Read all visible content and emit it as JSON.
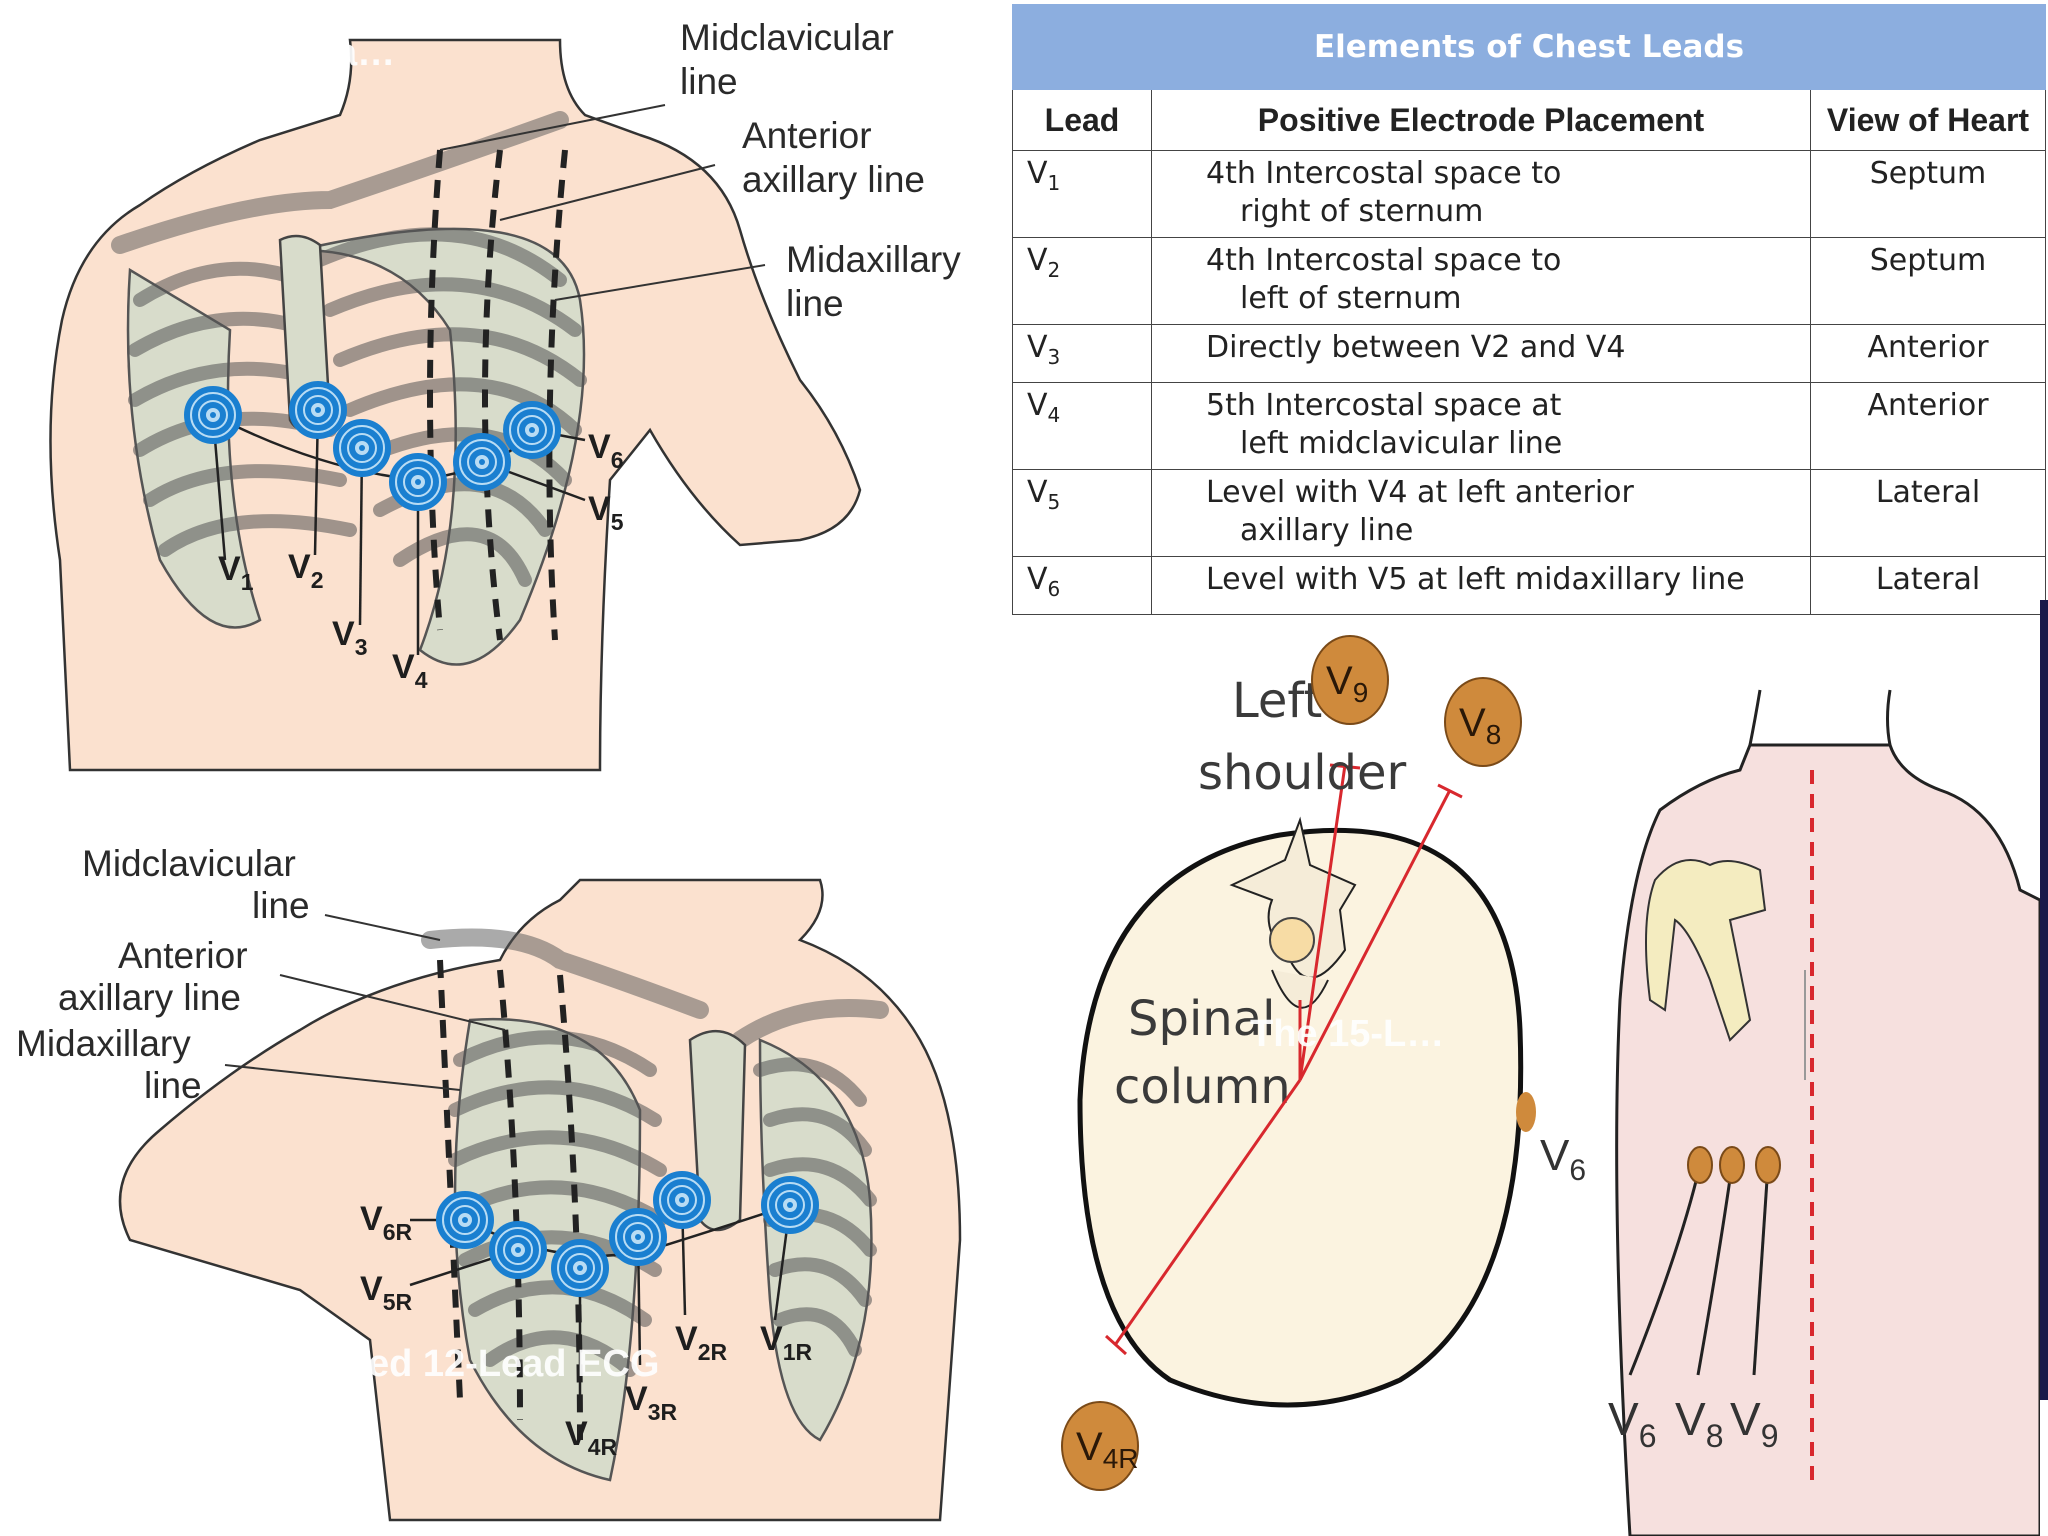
{
  "top_diagram": {
    "overlay_title": "…hest Lea…",
    "labels": {
      "midclavicular": [
        "Midclavicular",
        "line"
      ],
      "anterior_axillary": [
        "Anterior",
        "axillary line"
      ],
      "midaxillary": [
        "Midaxillary",
        "line"
      ]
    },
    "leads": [
      {
        "base": "V",
        "sub": "1"
      },
      {
        "base": "V",
        "sub": "2"
      },
      {
        "base": "V",
        "sub": "3"
      },
      {
        "base": "V",
        "sub": "4"
      },
      {
        "base": "V",
        "sub": "5"
      },
      {
        "base": "V",
        "sub": "6"
      }
    ]
  },
  "table": {
    "title": "Elements of Chest Leads",
    "headers": [
      "Lead",
      "Positive Electrode Placement",
      "View of Heart"
    ],
    "rows": [
      {
        "lead": "V",
        "lead_sub": "1",
        "line1": "4th Intercostal space to",
        "line2": "right of sternum",
        "view": "Septum"
      },
      {
        "lead": "V",
        "lead_sub": "2",
        "line1": "4th Intercostal space to",
        "line2": "left of sternum",
        "view": "Septum"
      },
      {
        "lead": "V",
        "lead_sub": "3",
        "line1": "Directly between V2 and V4",
        "line2": "",
        "view": "Anterior"
      },
      {
        "lead": "V",
        "lead_sub": "4",
        "line1": "5th Intercostal space at",
        "line2": "left midclavicular line",
        "view": "Anterior"
      },
      {
        "lead": "V",
        "lead_sub": "5",
        "line1": "Level with V4 at left anterior",
        "line2": "axillary line",
        "view": "Lateral"
      },
      {
        "lead": "V",
        "lead_sub": "6",
        "line1": "Level with V5 at left midaxillary line",
        "line2": "",
        "view": "Lateral"
      }
    ]
  },
  "bottom_left_diagram": {
    "overlay_caption": "…ed 12-Lead ECG",
    "labels": {
      "midclavicular": [
        "Midclavicular",
        "line"
      ],
      "anterior_axillary": [
        "Anterior",
        "axillary line"
      ],
      "midaxillary": [
        "Midaxillary",
        "line"
      ]
    },
    "leads": [
      {
        "base": "V",
        "sub": "6R"
      },
      {
        "base": "V",
        "sub": "5R"
      },
      {
        "base": "V",
        "sub": "4R"
      },
      {
        "base": "V",
        "sub": "3R"
      },
      {
        "base": "V",
        "sub": "2R"
      },
      {
        "base": "V",
        "sub": "1R"
      }
    ]
  },
  "bottom_right_diagram": {
    "overlay_caption": "The 15-L…",
    "spinal_label": [
      "Spinal",
      "column"
    ],
    "shoulder_label": [
      "Left",
      "shoulder"
    ],
    "electrodes": [
      {
        "base": "V",
        "sub": "9"
      },
      {
        "base": "V",
        "sub": "8"
      },
      {
        "base": "V",
        "sub": "4R"
      },
      {
        "base": "V",
        "sub": "6"
      }
    ],
    "back_leads": [
      {
        "base": "V",
        "sub": "6"
      },
      {
        "base": "V",
        "sub": "8"
      },
      {
        "base": "V",
        "sub": "9"
      }
    ]
  },
  "colors": {
    "skin": "#fbe1cf",
    "bone": "#d8dccb",
    "electrode_blue": "#1a7fd0",
    "electrode_orange": "#cf8a3c",
    "red_line": "#d8282e",
    "table_header": "#8caedf"
  }
}
